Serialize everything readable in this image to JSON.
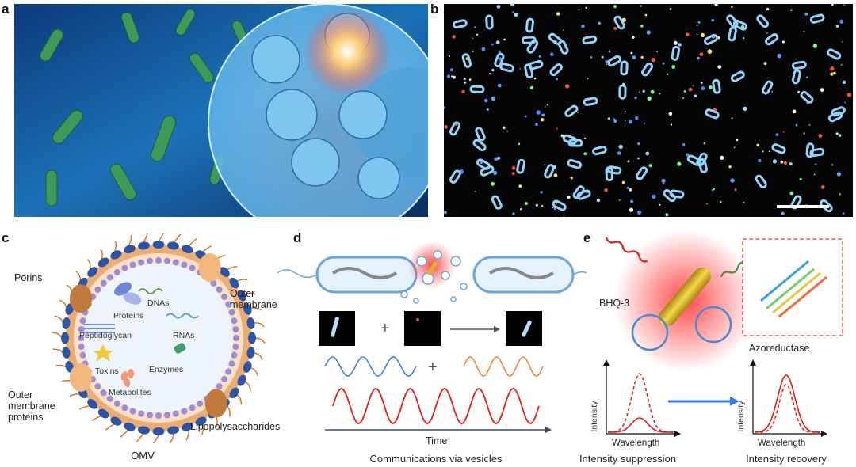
{
  "panels": {
    "a": "a",
    "b": "b",
    "c": "c",
    "d": "d",
    "e": "e"
  },
  "panel_c": {
    "caption": "OMV",
    "porins": "Porins",
    "outer_membrane": "Outer\nmembrane",
    "outer_membrane_proteins": "Outer\nmembrane\nproteins",
    "lipopolysaccharides": "Lipopolysaccharides",
    "proteins": "Proteins",
    "dnas": "DNAs",
    "peptidoglycan": "Peptidoglycan",
    "rnas": "RNAs",
    "toxins": "Toxins",
    "enzymes": "Enzymes",
    "metabolites": "Metabolites"
  },
  "panel_d": {
    "caption": "Communications via vesicles",
    "time": "Time",
    "plus": "+"
  },
  "panel_e": {
    "bhq": "BHQ-3",
    "azoreductase": "Azoreductase",
    "intensity": "Intensity",
    "wavelength": "Wavelength",
    "caption_left": "Intensity suppression",
    "caption_right": "Intensity recovery"
  }
}
